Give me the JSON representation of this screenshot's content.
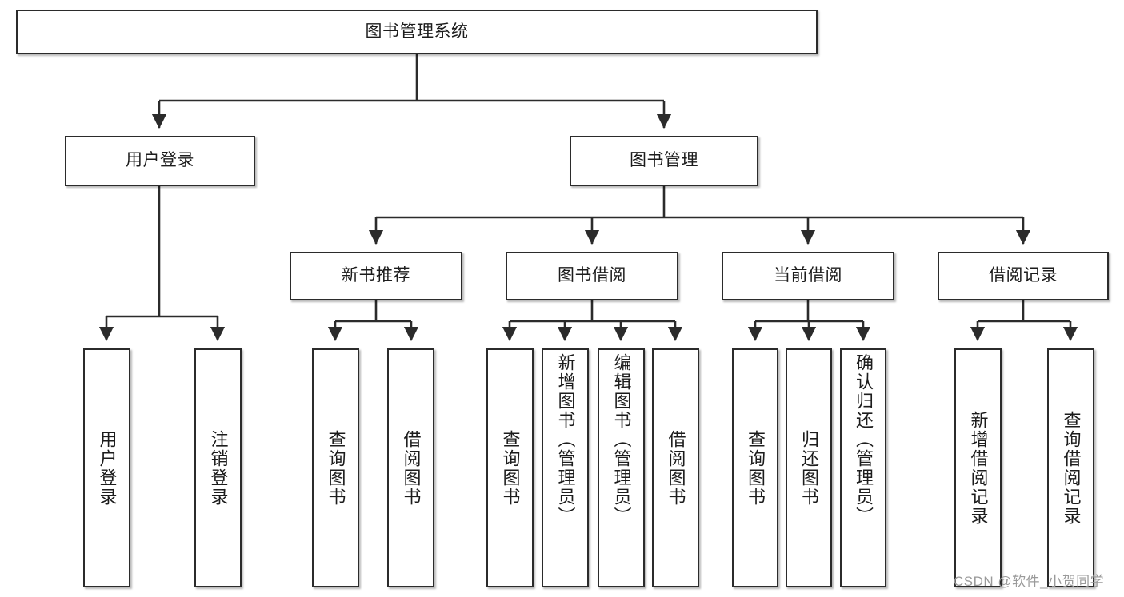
{
  "diagram": {
    "type": "tree-hierarchy-chart",
    "title": "图书管理系统",
    "watermark": "CSDN @软件_小贺同学",
    "colors": {
      "box_border": "#2b2b2b",
      "box_fill": "#ffffff",
      "edge": "#2b2b2b",
      "text": "#1c1c1c",
      "watermark": "#9a9a9a"
    },
    "nodes": {
      "root": {
        "label": "图书管理系统"
      },
      "level2": [
        {
          "label": "用户登录"
        },
        {
          "label": "图书管理"
        }
      ],
      "level3": [
        {
          "label": "新书推荐"
        },
        {
          "label": "图书借阅"
        },
        {
          "label": "当前借阅"
        },
        {
          "label": "借阅记录"
        }
      ],
      "leaves": {
        "user_login": [
          {
            "label": "用户登录"
          },
          {
            "label": "注销登录"
          }
        ],
        "new_book_recommend": [
          {
            "label": "查询图书"
          },
          {
            "label": "借阅图书"
          }
        ],
        "book_borrow": [
          {
            "label": "查询图书"
          },
          {
            "label": "新增图书（管理员）"
          },
          {
            "label": "编辑图书（管理员）"
          },
          {
            "label": "借阅图书"
          }
        ],
        "current_borrow": [
          {
            "label": "查询图书"
          },
          {
            "label": "归还图书"
          },
          {
            "label": "确认归还（管理员）"
          }
        ],
        "borrow_records": [
          {
            "label": "新增借阅记录"
          },
          {
            "label": "查询借阅记录"
          }
        ]
      }
    }
  }
}
